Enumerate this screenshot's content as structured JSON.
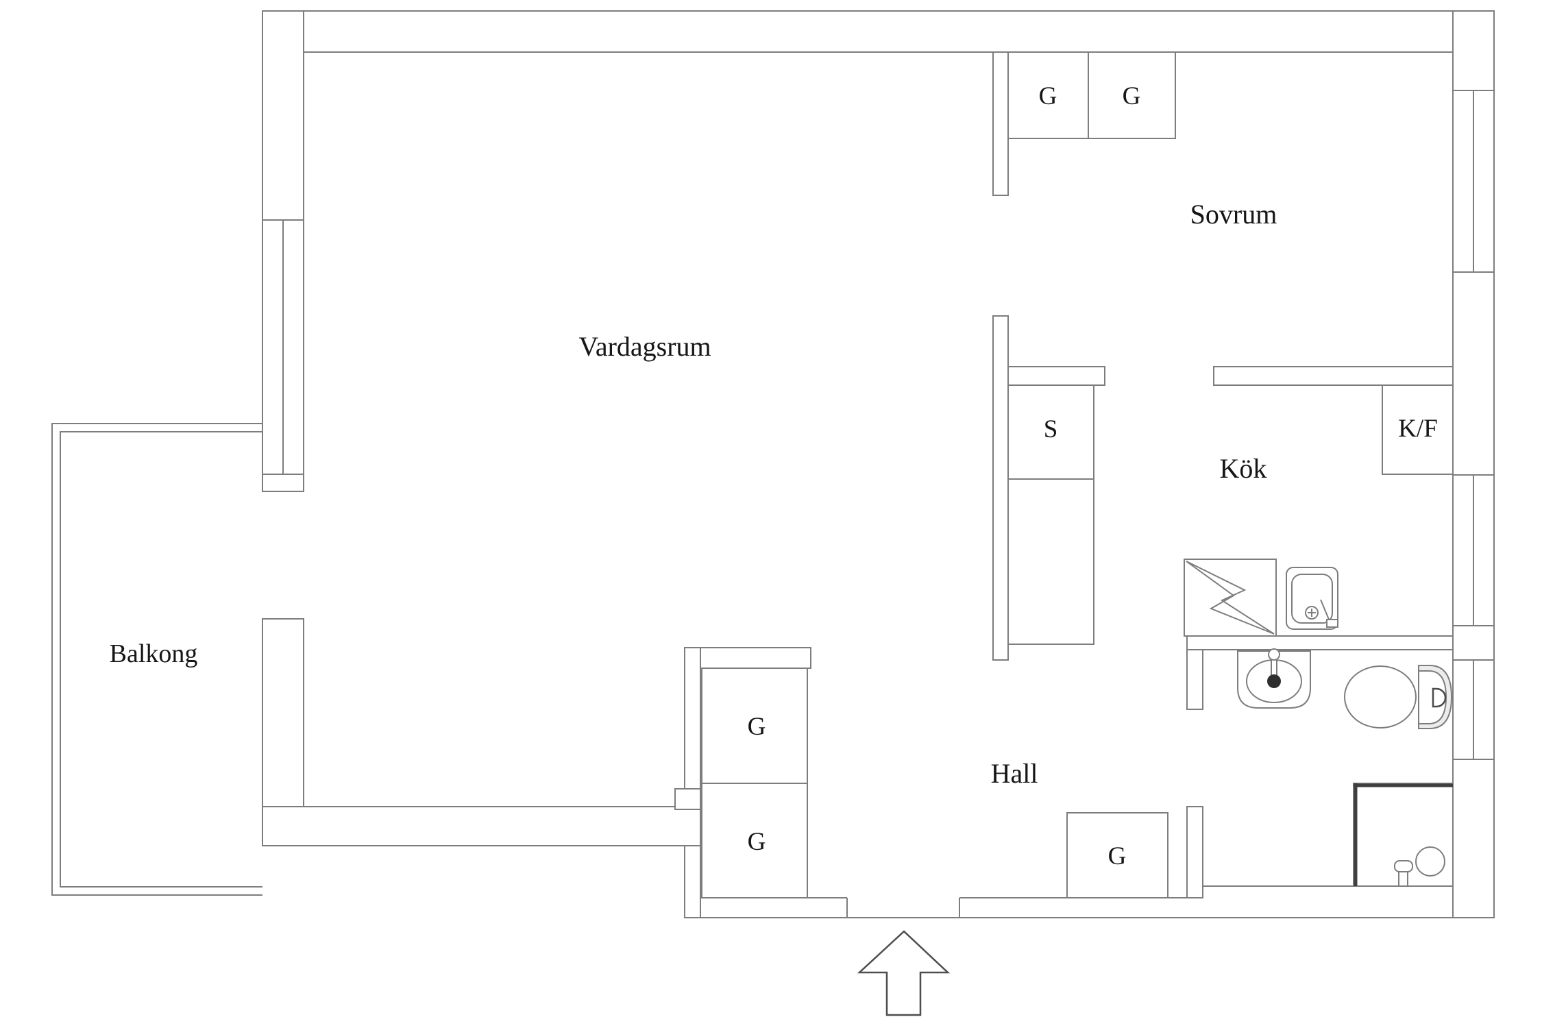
{
  "rooms": {
    "living_room": "Vardagsrum",
    "bedroom": "Sovrum",
    "kitchen": "Kök",
    "hall": "Hall",
    "balcony": "Balkong"
  },
  "fixtures": {
    "wardrobe": "G",
    "cabinet": "S",
    "fridge_freezer": "K/F"
  },
  "colors": {
    "background": "#ffffff",
    "wall_line": "#7d7d7d",
    "dark_line": "#3f3f3f",
    "text": "#161616"
  }
}
